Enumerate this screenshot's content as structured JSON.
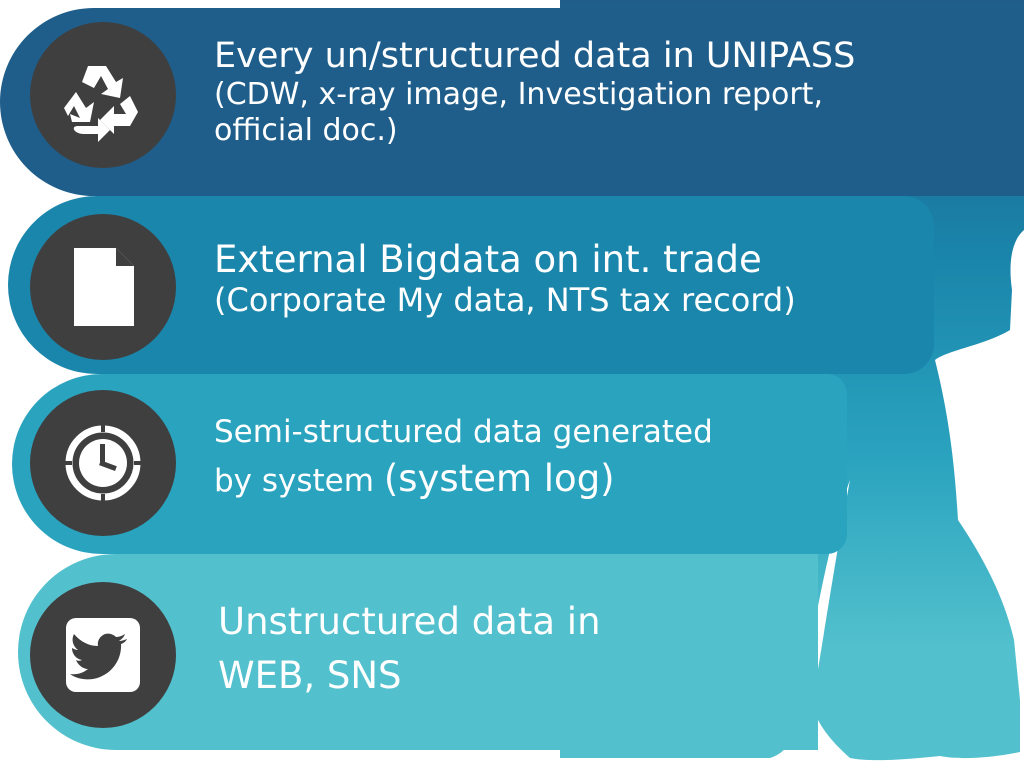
{
  "colors": {
    "band_1": "#1f5e8a",
    "band_2": "#1a86ab",
    "band_3": "#2aa3bf",
    "band_4": "#52c0cd",
    "icon_circle": "#3f3f3f",
    "icon_glyph": "#ffffff"
  },
  "items": [
    {
      "icon": "recycle-icon",
      "title": "Every un/structured data in UNIPASS",
      "detail_line_1": "(CDW, x-ray image, Investigation report,",
      "detail_line_2": "official doc.)"
    },
    {
      "icon": "document-icon",
      "title": "External Bigdata on int. trade",
      "detail_line_1": "(Corporate My data, NTS tax record)"
    },
    {
      "icon": "clock-icon",
      "line_1": "Semi-structured data generated",
      "line_2_text": "by system ",
      "line_2_emphasis": "(system log)"
    },
    {
      "icon": "twitter-bird-icon",
      "line_1": "Unstructured data in",
      "line_2": "WEB, SNS"
    }
  ]
}
